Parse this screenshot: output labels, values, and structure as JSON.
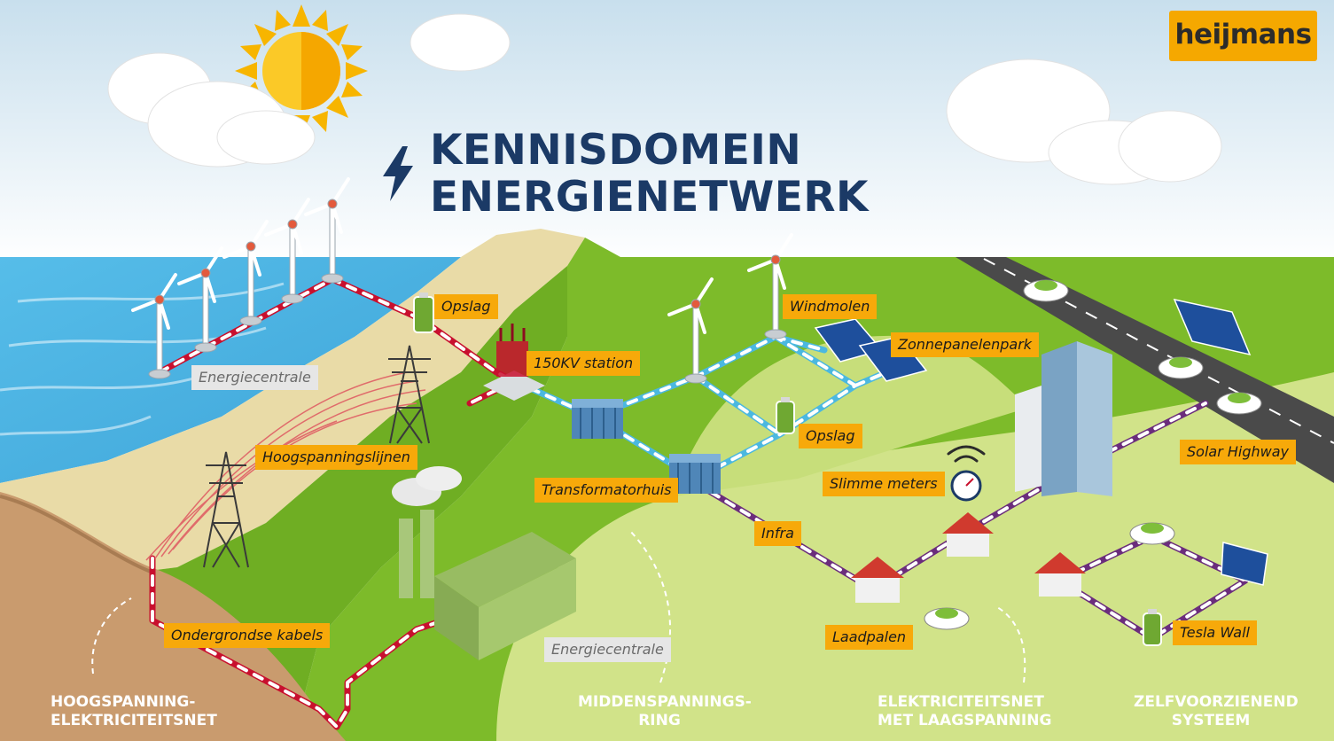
{
  "title": {
    "line1": "KENNISDOMEIN",
    "line2": "ENERGIENETWERK"
  },
  "brand": {
    "name": "heijmans"
  },
  "labels": {
    "opslag_top": "Opslag",
    "energiecentrale_sea": "Energiecentrale",
    "station": "150KV station",
    "windmolen": "Windmolen",
    "zonnepanelenpark": "Zonnepanelenpark",
    "opslag_mid": "Opslag",
    "hoogspanningslijnen": "Hoogspanningslijnen",
    "transformatorhuis": "Transformatorhuis",
    "slimme_meters": "Slimme meters",
    "solar_highway": "Solar Highway",
    "infra": "Infra",
    "ondergrondse_kabels": "Ondergrondse kabels",
    "energiecentrale_land": "Energiecentrale",
    "laadpalen": "Laadpalen",
    "tesla_wall": "Tesla Wall"
  },
  "zones": [
    {
      "line1": "HOOGSPANNING-",
      "line2": "ELEKTRICITEITSNET"
    },
    {
      "line1": "MIDDENSPANNINGS-",
      "line2": "RING"
    },
    {
      "line1": "ELEKTRICITEITSNET",
      "line2": "MET LAAGSPANNING"
    },
    {
      "line1": "ZELFVOORZIENEND",
      "line2": "SYSTEEM"
    }
  ],
  "colors": {
    "sky_top": "#cfe3ef",
    "sea": "#4fb6e6",
    "sand": "#eadcaa",
    "grass": "#7fbd2b",
    "light_grass": "#d3e58a",
    "cliff": "#c99c70",
    "label_orange": "#f7a90a",
    "title_navy": "#1b3a66",
    "high_voltage": "#c8102e",
    "medium_voltage": "#4bb8e0",
    "low_voltage": "#6b2d7c",
    "sun": "#f7b500"
  },
  "icons": [
    "lightning-bolt-icon",
    "sun-icon",
    "cloud-icon",
    "wind-turbine-icon",
    "battery-icon",
    "pylon-icon",
    "transformer-icon",
    "solar-panel-icon",
    "house-icon",
    "car-icon",
    "smart-meter-icon",
    "wifi-icon",
    "factory-icon",
    "office-tower-icon"
  ]
}
